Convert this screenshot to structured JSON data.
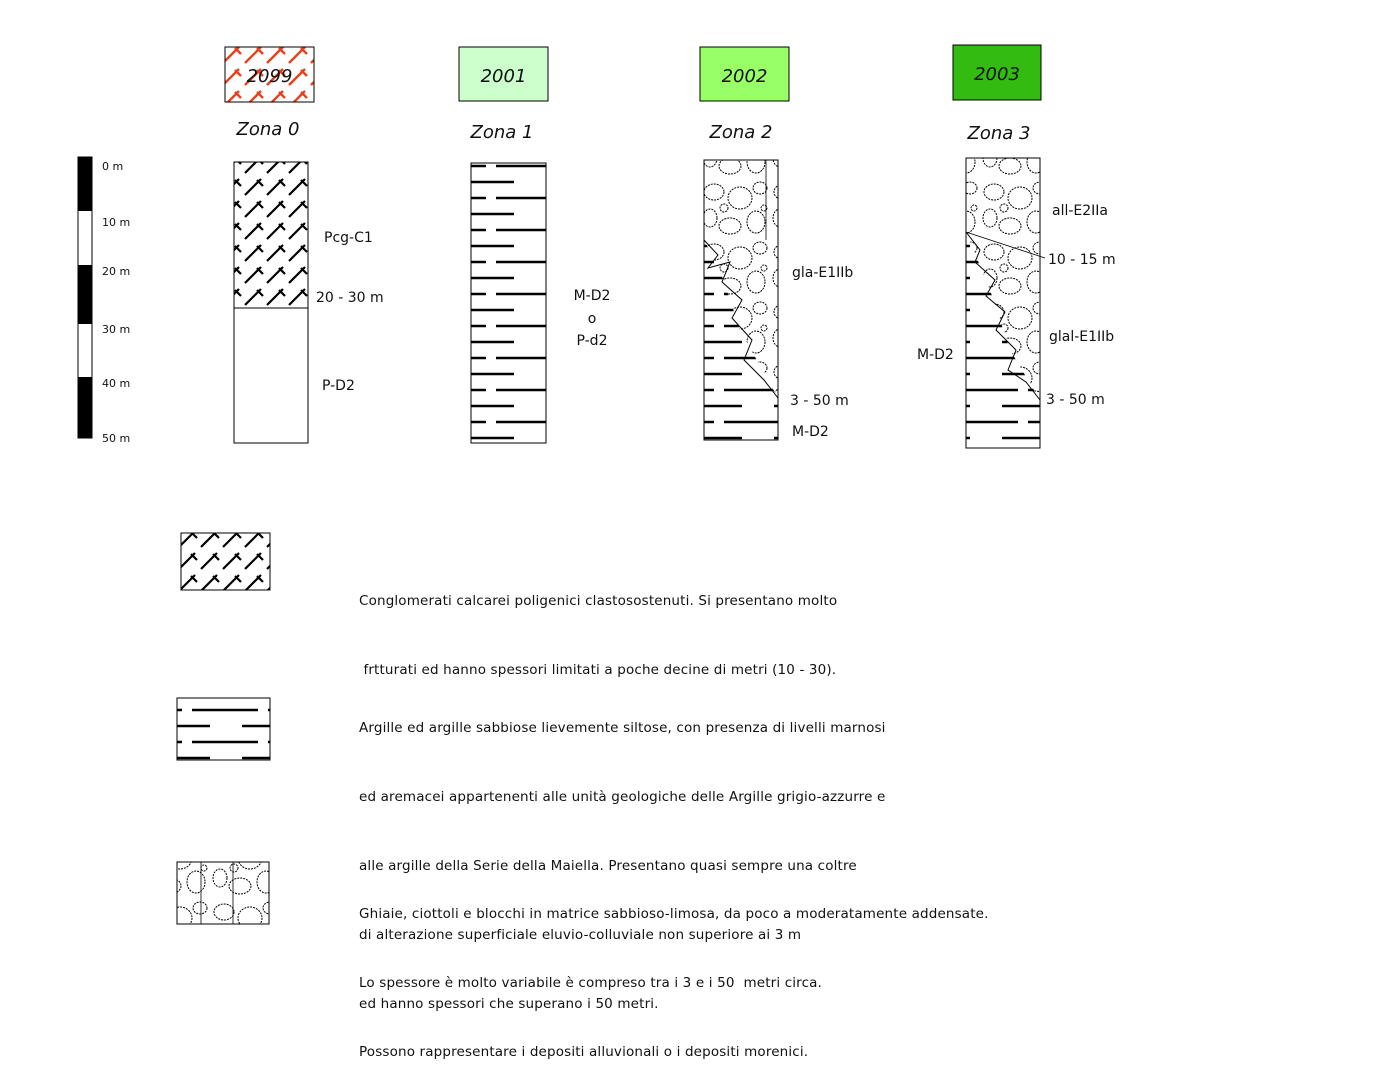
{
  "scale_bar": {
    "labels": [
      "0 m",
      "10 m",
      "20 m",
      "30 m",
      "40 m",
      "50 m"
    ]
  },
  "zones": [
    {
      "code": "2099",
      "name": "Zona 0",
      "code_color": "#ffffff"
    },
    {
      "code": "2001",
      "name": "Zona 1",
      "code_color": "#ccffcc"
    },
    {
      "code": "2002",
      "name": "Zona 2",
      "code_color": "#99ff66"
    },
    {
      "code": "2003",
      "name": "Zona 3",
      "code_color": "#33bb11"
    }
  ],
  "column_labels": {
    "zona0": {
      "unit_top": "Pcg-C1",
      "thickness": "20 - 30 m",
      "unit_bottom": "P-D2"
    },
    "zona1": {
      "line1": "M-D2",
      "line2": "o",
      "line3": "P-d2"
    },
    "zona2": {
      "unit_top": "gla-E1IIb",
      "thickness": "3 - 50 m",
      "unit_bottom": "M-D2"
    },
    "zona3": {
      "unit_top": "all-E2IIa",
      "thickness_top": "10 - 15 m",
      "unit_mid": "glal-E1IIb",
      "unit_left": "M-D2",
      "thickness_bottom": "3 - 50 m"
    }
  },
  "legend": [
    {
      "pattern": "conglomerate-pattern",
      "lines": [
        "Conglomerati calcarei poligenici clastosostenuti. Si presentano molto",
        " frtturati ed hanno spessori limitati a poche decine di metri (10 - 30)."
      ]
    },
    {
      "pattern": "clay-pattern",
      "lines": [
        "Argille ed argille sabbiose lievemente siltose, con presenza di livelli marnosi",
        "ed aremacei appartenenti alle unità geologiche delle Argille grigio-azzurre e",
        "alle argille della Serie della Maiella. Presentano quasi sempre una coltre",
        "di alterazione superficiale eluvio-colluviale non superiore ai 3 m",
        "ed hanno spessori che superano i 50 metri."
      ]
    },
    {
      "pattern": "gravel-pattern",
      "lines": [
        "Ghiaie, ciottoli e blocchi in matrice sabbioso-limosa, da poco a moderatamente addensate.",
        "Lo spessore è molto variabile è compreso tra i 3 e i 50  metri circa.",
        "Possono rappresentare i depositi alluvionali o i depositi morenici."
      ]
    }
  ]
}
